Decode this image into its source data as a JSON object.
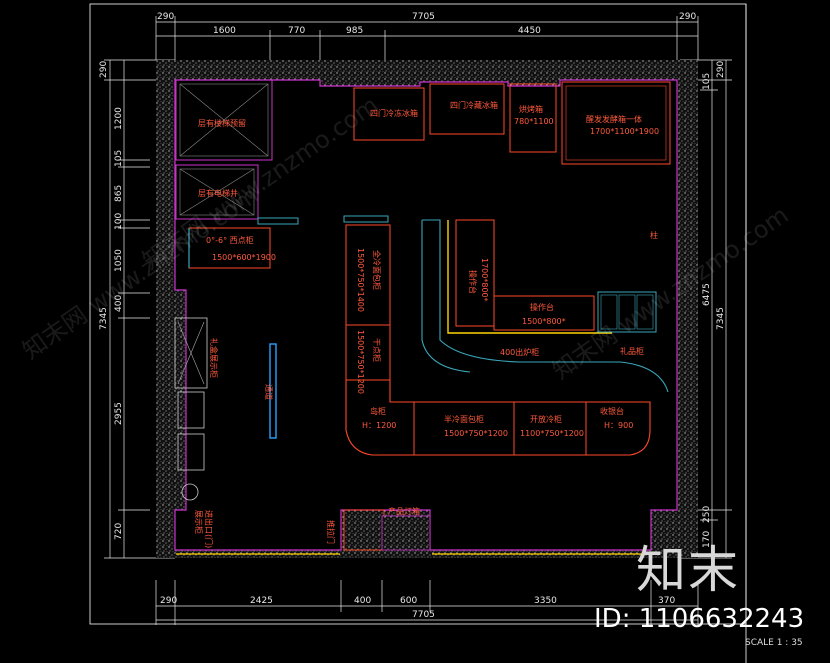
{
  "colors": {
    "background": "#000000",
    "dimension": "#e8e8e8",
    "wall_hatch": "#cfcfcf",
    "boundary": "#cc33cc",
    "furniture": "#ff4a2a",
    "label": "#ff5a3c",
    "counter_cyan": "#3aa6b8",
    "yellow": "#ffd400",
    "blue": "#2aa0ff",
    "frame": "#ffffff"
  },
  "dimensions": {
    "top_overall": "7705",
    "top_left_margin": "290",
    "top_right_margin": "290",
    "top_segments": [
      "1600",
      "770",
      "985",
      "4450"
    ],
    "bottom_overall": "7705",
    "bottom_left_margin": "290",
    "bottom_right_margin": "370",
    "bottom_segments": [
      "2425",
      "400",
      "600",
      "3350"
    ],
    "left_overall": "7345",
    "left_top_margin": "290",
    "left_segments": [
      "1200",
      "105",
      "865",
      "100",
      "1050",
      "400",
      "2955",
      "720"
    ],
    "right_overall": "7345",
    "right_top_margin": "290",
    "right_inner": "6475",
    "right_segments": [
      "105",
      "250",
      "170"
    ]
  },
  "rooms": {
    "storage_top": "层有楼梯预留",
    "storage_bottom": "层有电梯井",
    "cake_cabinet": "0°-6° 西点柜",
    "cake_cabinet_size": "1500*600*1900",
    "freezer_1": "四门冷冻冰箱",
    "freezer_2": "四门冷藏冰箱",
    "oven": "烘烤箱",
    "oven_size": "780*1100",
    "proofer": "醒发发酵箱一体",
    "proofer_size": "1700*1100*1900",
    "column": "柱",
    "bread_rack": "全冷面包柜",
    "bread_rack_size": "1500*750*1400",
    "dry_cabinet": "干点柜",
    "dry_cabinet_size": "1500*750*1200",
    "work_table_v": "操作台",
    "work_table_v_size": "1700*800*",
    "work_table_h": "操作台",
    "work_table_h_size": "1500*800*",
    "hood": "400出炉柜",
    "gift_cabinet": "礼品柜",
    "island": "岛柜",
    "island_height": "H：1200",
    "semi_cold": "半冷面包柜",
    "semi_cold_size": "1500*750*1200",
    "open_cold": "开放冷柜",
    "open_cold_size": "1100*750*1200",
    "cashier": "收银台",
    "cashier_height": "H：900",
    "left_wall_cabinet": "礼盒展示柜",
    "aisle": "通道",
    "product_light": "产品灯箱",
    "door_sign": "推拉门",
    "entry_label": "进出口(门)",
    "entry_label_2": "展示柜"
  },
  "watermark": "知末网 www.znzmo.com",
  "brand": "知末",
  "id_text": "ID: 1106632243",
  "scale_text": "SCALE 1 : 35"
}
